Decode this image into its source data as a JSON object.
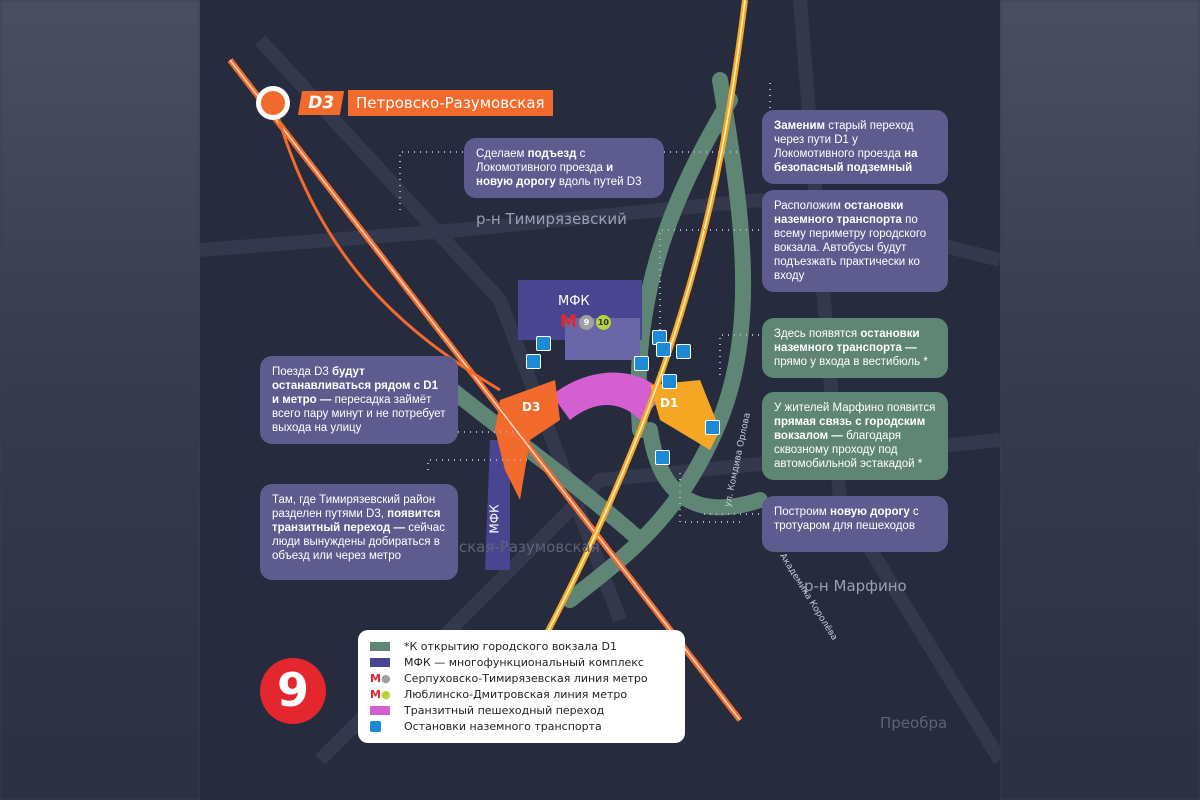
{
  "station": {
    "line": "D3",
    "name": "Петровско-Разумовская"
  },
  "map_labels": {
    "timiryazevsky": "р-н Тимирязевский",
    "marfino": "р-н Марфино",
    "mfk_top": "МФК",
    "mfk_bottom": "МФК",
    "d3_badge": "D3",
    "d1_badge": "D1",
    "metro_9": "9",
    "metro_10": "10",
    "metro_m": "М",
    "street_orlova": "ул. Комдива Орлова",
    "street_koroleva": "ул. Академика Королёва",
    "station_fragment": "вская-Разумовская",
    "preobr_fragment": "Преобрa"
  },
  "cards": {
    "podezd": [
      "Сделаем ",
      "подъезд",
      " с Локомотивного проезда ",
      "и новую дорогу",
      " вдоль путей D3"
    ],
    "zamenim": [
      "Заменим",
      " старый переход через пути D1 у Локомотивного проезда ",
      "на безопасный подземный"
    ],
    "raspolozhim": [
      "Расположим ",
      "остановки наземного транспорта",
      " по всему периметру городского вокзала. Автобусы будут подъезжать практически ко входу"
    ],
    "zdes": [
      "Здесь появятся ",
      "остановки наземного транспорта —",
      " прямо у входа в вестибюль *"
    ],
    "marfino": [
      "У жителей Марфино появится ",
      "прямая связь с городским вокзалом —",
      " благодаря сквозному проходу под автомобильной эстакадой *"
    ],
    "doroga": [
      "Построим ",
      "новую дорогу",
      " с тротуаром для пешеходов"
    ],
    "poezda": [
      "Поезда D3 ",
      "будут останавливаться рядом с D1 и метро —",
      " пересадка займёт всего пару минут и не потребует выхода на улицу"
    ],
    "tam": [
      "Там, где Тимирязевский район разделен путями D3, ",
      "появится транзитный переход —",
      " сейчас люди вынуждены добираться в объезд или через метро"
    ]
  },
  "legend": [
    {
      "label": "*К открытию городского вокзала D1",
      "color": "#5f8575",
      "icon": "swatch"
    },
    {
      "label": "МФК — многофункциональный комплекс",
      "color": "#4a4590",
      "icon": "swatch"
    },
    {
      "label": "Серпуховско-Тимирязевская линия метро",
      "color": "#a0a0a0",
      "icon": "metro-9-icon"
    },
    {
      "label": "Люблинско-Дмитровская линия метро",
      "color": "#b5d33d",
      "icon": "metro-10-icon"
    },
    {
      "label": "Транзитный пешеходный переход",
      "color": "#d35fd0",
      "icon": "swatch"
    },
    {
      "label": "Остановки наземного транспорта",
      "color": "#1d8ad8",
      "icon": "bus-stop-icon"
    }
  ],
  "logo": "9",
  "colors": {
    "d3": "#f26a2c",
    "d1": "#f5a623",
    "green": "#5f8575",
    "mfk": "#4a4590",
    "transit": "#d35fd0"
  }
}
